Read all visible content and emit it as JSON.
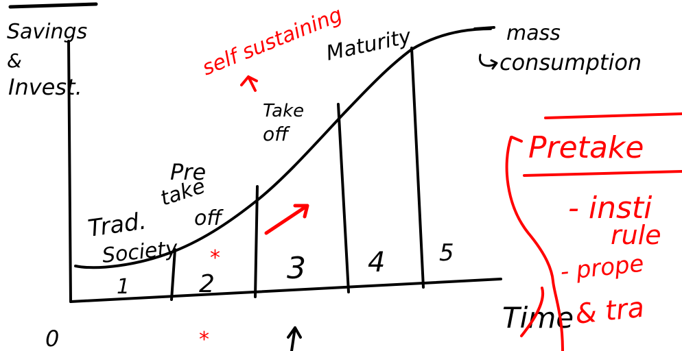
{
  "colors": {
    "ink": "#000000",
    "accent": "#ff0000",
    "background": "#ffffff"
  },
  "axes": {
    "y_label_line1": "Savings",
    "y_label_line2": "&",
    "y_label_line3": "Invest.",
    "x_label": "Time",
    "origin_label": "0"
  },
  "stages": [
    {
      "number": "1",
      "name_line1": "Trad.",
      "name_line2": "Society"
    },
    {
      "number": "2",
      "name_line1": "Pre",
      "name_line2": "take",
      "name_line3": "off"
    },
    {
      "number": "3",
      "name_line1": "Take",
      "name_line2": "off"
    },
    {
      "number": "4",
      "name_line1": "Maturity"
    },
    {
      "number": "5",
      "name_line1": "mass",
      "name_line2": "consumption"
    }
  ],
  "annotations": {
    "self_sustaining": "self sustaining",
    "star_glyph": "*",
    "pretake_heading": "Pretake",
    "bullet_1_line1": "- insti",
    "bullet_1_line2": "rule",
    "bullet_2_line1": "- prope",
    "bullet_2_line2": "& tra"
  }
}
